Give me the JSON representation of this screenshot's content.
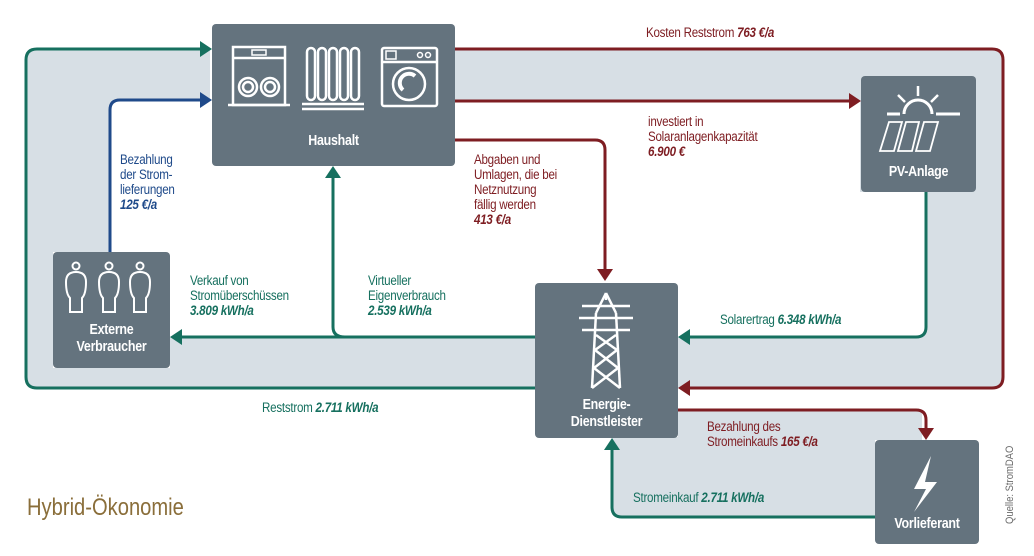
{
  "title": "Hybrid-Ökonomie",
  "source": "Quelle: StromDAO",
  "colors": {
    "box": "#64737e",
    "band": "#d7dfe5",
    "green": "#16705f",
    "red": "#7e1d22",
    "blue": "#1f4a8a",
    "title": "#8a6e3a"
  },
  "nodes": {
    "haushalt": {
      "label": "Haushalt",
      "icons": [
        "dishwasher-icon",
        "radiator-icon",
        "washing-machine-icon"
      ]
    },
    "pv_anlage": {
      "label": "PV-Anlage",
      "icon": "solar-panel-sun-icon"
    },
    "externe_verbraucher": {
      "label_line1": "Externe",
      "label_line2": "Verbraucher",
      "icon": "people-icon"
    },
    "energie_dienstleister": {
      "label_line1": "Energie-",
      "label_line2": "Dienstleister",
      "icon": "power-pylon-icon"
    },
    "vorlieferant": {
      "label": "Vorlieferant",
      "icon": "lightning-icon"
    }
  },
  "flows": {
    "kosten_reststrom": {
      "text": "Kosten Reststrom",
      "value": "763 €/a"
    },
    "investiert": {
      "line1": "investiert in",
      "line2": "Solaranlagenkapazität",
      "value": "6.900 €"
    },
    "abgaben": {
      "line1": "Abgaben und",
      "line2": "Umlagen, die bei",
      "line3": "Netznutzung",
      "line4": "fällig werden",
      "value": "413 €/a"
    },
    "bezahlung_strom": {
      "line1": "Bezahlung",
      "line2": "der Strom-",
      "line3": "lieferungen",
      "value": "125 €/a"
    },
    "verkauf": {
      "line1": "Verkauf von",
      "line2": "Stromüberschüssen",
      "value": "3.809 kWh/a"
    },
    "virtueller": {
      "line1": "Virtueller",
      "line2": "Eigenverbrauch",
      "value": "2.539 kWh/a"
    },
    "solarertrag": {
      "text": "Solarertrag",
      "value": "6.348 kWh/a"
    },
    "reststrom": {
      "text": "Reststrom",
      "value": "2.711 kWh/a"
    },
    "bezahlung_einkauf": {
      "line1": "Bezahlung des",
      "line2": "Stromeinkaufs",
      "value": "165 €/a"
    },
    "stromeinkauf": {
      "text": "Stromeinkauf",
      "value": "2.711 kWh/a"
    }
  }
}
